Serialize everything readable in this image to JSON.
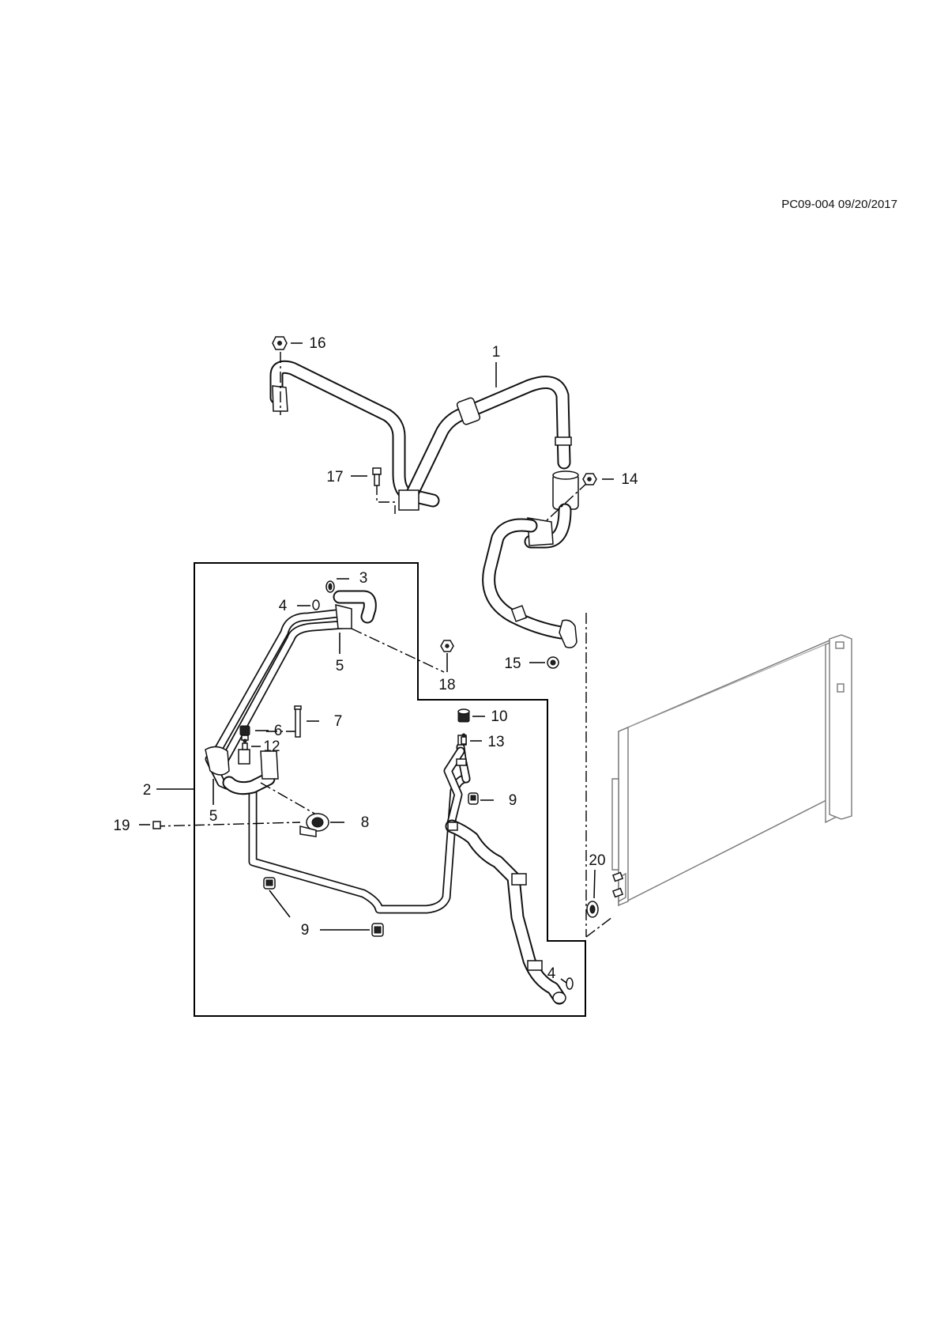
{
  "diagram": {
    "reference_code": "PC09-004 09/20/2017",
    "callouts": {
      "c1": "1",
      "c2": "2",
      "c3": "3",
      "c4a": "4",
      "c4b": "4",
      "c5a": "5",
      "c5b": "5",
      "c6": "6",
      "c7": "7",
      "c8": "8",
      "c9a": "9",
      "c9b": "9",
      "c10": "10",
      "c12": "12",
      "c13": "13",
      "c14": "14",
      "c15": "15",
      "c16": "16",
      "c17": "17",
      "c18": "18",
      "c19": "19",
      "c20": "20"
    }
  }
}
